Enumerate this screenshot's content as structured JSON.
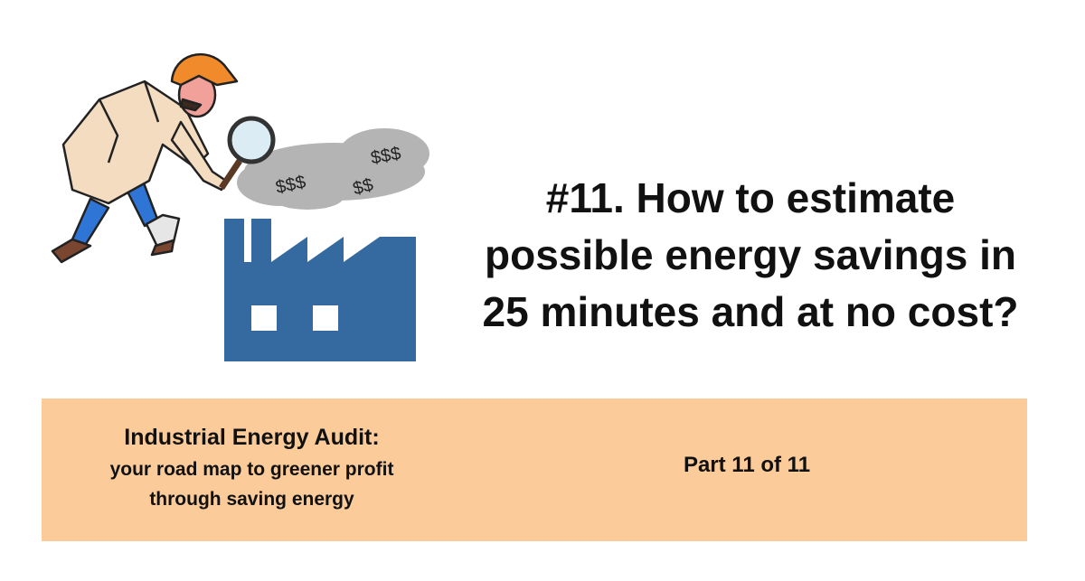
{
  "illustration": {
    "smoke_symbols": [
      "$$$",
      "$$$",
      "$$"
    ],
    "colors": {
      "factory": "#356aa0",
      "smoke": "#b4b4b4",
      "hat": "#f08a2a",
      "coat": "#f3dcc0",
      "pants": "#2f75d6",
      "shoes": "#7a4630"
    }
  },
  "headline": {
    "lines": [
      "#11. How to estimate",
      "possible energy savings in",
      "25 minutes and at no cost?"
    ]
  },
  "footer": {
    "background": "#fbcb9a",
    "series_title": "Industrial Energy Audit:",
    "series_subtitle_lines": [
      "your road map to greener profit",
      "through saving energy"
    ],
    "part_label": "Part 11 of 11"
  }
}
